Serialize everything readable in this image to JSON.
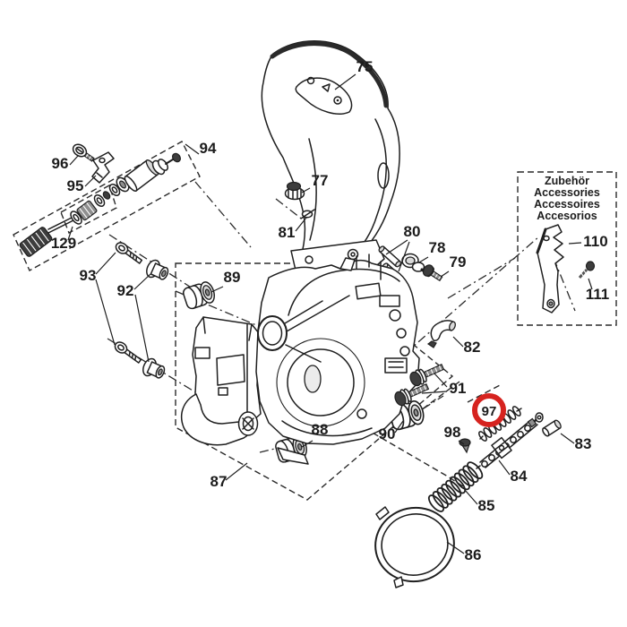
{
  "figure": {
    "background": "#ffffff",
    "line_color": "#1f1f1f",
    "highlight_color": "#d6231f"
  },
  "labels": {
    "p75": "75",
    "p77": "77",
    "p78": "78",
    "p79": "79",
    "p80": "80",
    "p81": "81",
    "p82": "82",
    "p83": "83",
    "p84": "84",
    "p85": "85",
    "p86": "86",
    "p87": "87",
    "p88": "88",
    "p89": "89",
    "p90": "90",
    "p91": "91",
    "p92": "92",
    "p93": "93",
    "p94": "94",
    "p95": "95",
    "p96": "96",
    "p97": "97",
    "p98": "98",
    "p110": "110",
    "p111": "111",
    "p129": "129"
  },
  "accessories_box": {
    "lines": [
      "Zubehör",
      "Accessories",
      "Accessoires",
      "Accesorios"
    ]
  }
}
